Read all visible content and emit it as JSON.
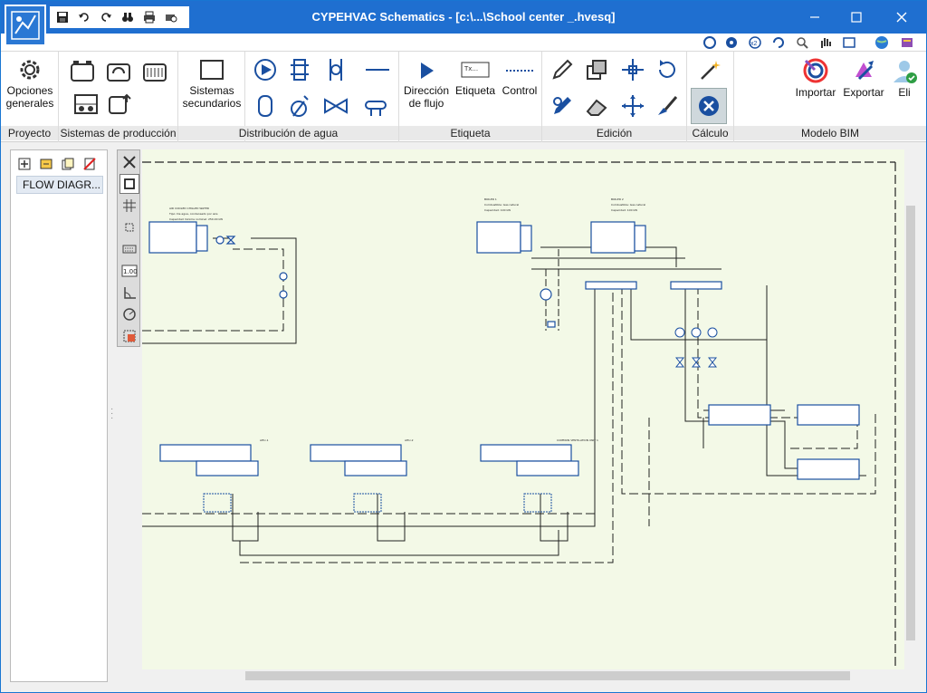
{
  "window": {
    "title": "CYPEHVAC Schematics - [c:\\...\\School center _.hvesq]"
  },
  "ribbon": {
    "groups": {
      "proyecto": "Proyecto",
      "produccion": "Sistemas de producción",
      "distribucion": "Distribución de agua",
      "etiqueta": "Etiqueta",
      "edicion": "Edición",
      "calculo": "Cálculo",
      "bim": "Modelo BIM"
    },
    "buttons": {
      "opciones_line1": "Opciones",
      "opciones_line2": "generales",
      "sistemas_line1": "Sistemas",
      "sistemas_line2": "secundarios",
      "direccion_line1": "Dirección",
      "direccion_line2": "de flujo",
      "etiqueta": "Etiqueta",
      "control": "Control",
      "importar": "Importar",
      "exportar": "Exportar",
      "eli": "Eli"
    },
    "etiqueta_icon_text": "Tx..."
  },
  "left_panel": {
    "items": [
      {
        "label": "FLOW DIAGR..."
      }
    ]
  },
  "vertical_toolbar": {
    "numeric_icon_text": "1.00"
  },
  "colors": {
    "titlebar": "#1f6fd0",
    "canvas": "#f3f9e7",
    "equipment": "#1a4fa0"
  }
}
